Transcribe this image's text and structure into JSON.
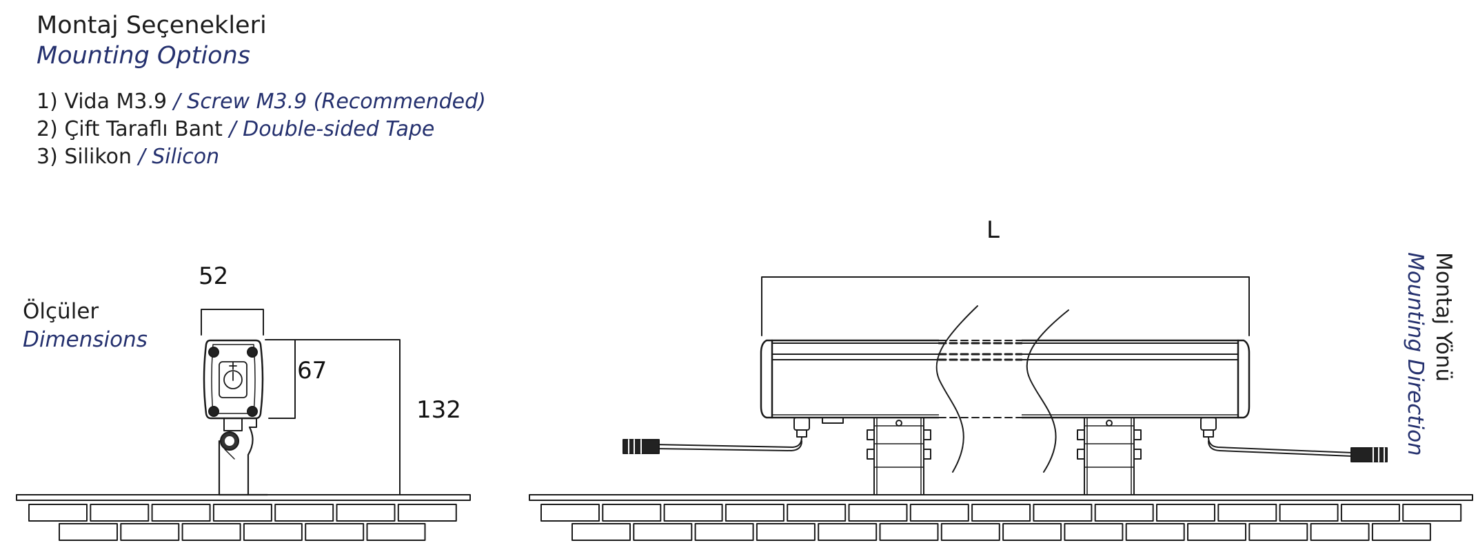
{
  "header": {
    "title_tr": "Montaj Seçenekleri",
    "title_en": "Mounting Options"
  },
  "options": [
    {
      "tr": "1) Vida M3.9",
      "en": " / Screw M3.9 (Recommended)"
    },
    {
      "tr": "2) Çift Taraflı Bant",
      "en": " / Double-sided Tape"
    },
    {
      "tr": "3) Silikon",
      "en": " / Silicon"
    }
  ],
  "dimensions_label": {
    "tr": "Ölçüler",
    "en": "Dimensions"
  },
  "dimension_values": {
    "width": "52",
    "height_body": "67",
    "height_total": "132",
    "length": "L"
  },
  "mounting_direction": {
    "tr": "Montaj Yönü",
    "en": "Mounting Direction"
  },
  "colors": {
    "turkish_text": "#1c1c1c",
    "english_text": "#24306e",
    "line": "#1a1a1a"
  }
}
